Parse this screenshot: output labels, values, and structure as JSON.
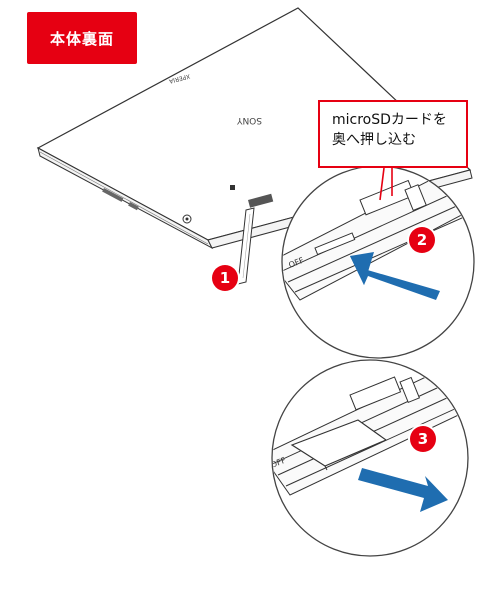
{
  "section_label": "本体裏面",
  "callout": {
    "line1": "microSDカードを",
    "line2": "奥へ押し込む"
  },
  "steps": [
    "1",
    "2",
    "3"
  ],
  "device_text": {
    "brand": "SONY",
    "model": "XPERIA",
    "switch_label": "OFF"
  },
  "colors": {
    "accent": "#e60012",
    "arrow": "#1f6db0",
    "line": "#333333"
  },
  "icons": [
    "push-arrow-icon",
    "pull-arrow-icon"
  ]
}
